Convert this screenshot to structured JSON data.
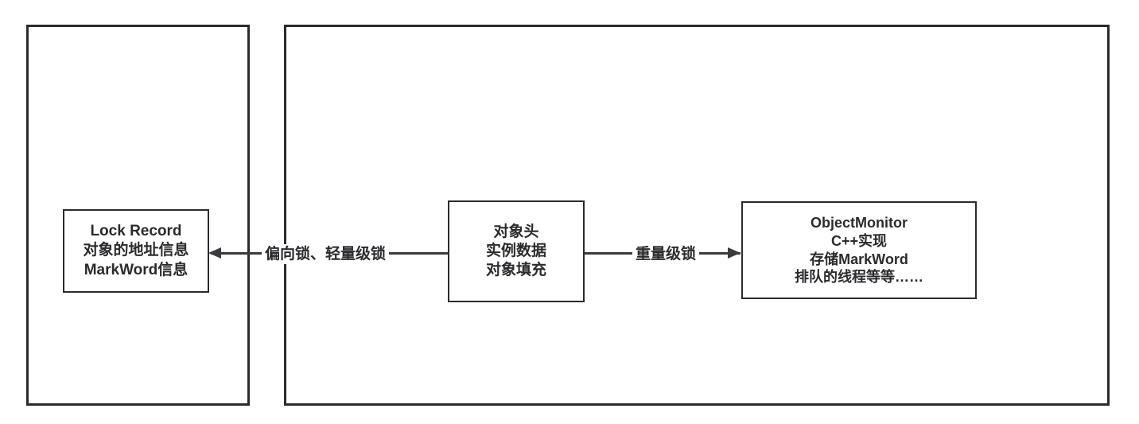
{
  "diagram": {
    "title": "Java object lock upgrade / monitor structure diagram",
    "colors": {
      "stroke": "#2b2b2e",
      "edge": "#3a3a3d",
      "text": "#2b2b2e",
      "background": "#ffffff"
    },
    "containers": [
      {
        "name": "left-container",
        "label": ""
      },
      {
        "name": "right-container",
        "label": ""
      }
    ],
    "nodes": [
      {
        "name": "lock-record",
        "lines": [
          "Lock Record",
          "对象的地址信息",
          "MarkWord信息"
        ]
      },
      {
        "name": "object-layout",
        "lines": [
          "对象头",
          "实例数据",
          "对象填充"
        ]
      },
      {
        "name": "object-monitor",
        "lines": [
          "ObjectMonitor",
          "C++实现",
          "存储MarkWord",
          "排队的线程等等……"
        ]
      }
    ],
    "edges": [
      {
        "name": "edge-biased-lightweight",
        "label": "偏向锁、轻量级锁",
        "direction": "left",
        "from": "object-layout",
        "to": "lock-record"
      },
      {
        "name": "edge-heavyweight",
        "label": "重量级锁",
        "direction": "right",
        "from": "object-layout",
        "to": "object-monitor"
      }
    ]
  }
}
